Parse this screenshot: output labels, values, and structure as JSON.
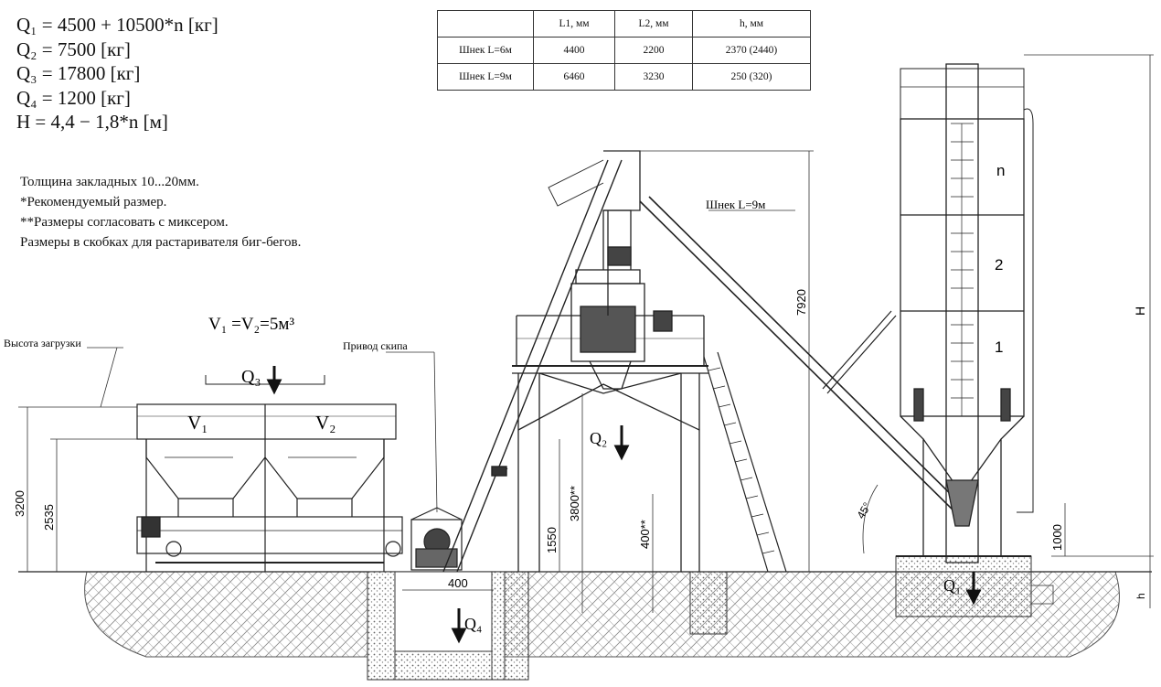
{
  "formulas": {
    "q1": "Q₁ = 4500 + 10500*n [кг]",
    "q2": "Q₂ = 7500 [кг]",
    "q3": "Q₃ = 17800 [кг]",
    "q4": "Q₄ = 1200 [кг]",
    "h": "H = 4,4 − 1,8*n [м]"
  },
  "notes": [
    "Толщина закладных 10...20мм.",
    "*Рекомендуемый размер.",
    "**Размеры согласовать с миксером.",
    "Размеры в скобках для растаривателя биг-бегов."
  ],
  "table": {
    "headers": [
      "",
      "L1, мм",
      "L2, мм",
      "h, мм"
    ],
    "rows": [
      [
        "Шнек L=6м",
        "4400",
        "2200",
        "2370 (2440)"
      ],
      [
        "Шнек L=9м",
        "6460",
        "3230",
        "250 (320)"
      ]
    ]
  },
  "labels": {
    "volume": "V₁ =V₂=5м³",
    "loading_height": "Высота загрузки",
    "skip_drive": "Привод скипа",
    "auger": "Шнек L=9м",
    "q3": "Q₃",
    "v1": "V₁",
    "v2": "V₂",
    "q2": "Q₂",
    "q4": "Q₄",
    "q1": "Q₁",
    "silo_n": "n",
    "silo_2": "2",
    "silo_1": "1",
    "h_upper": "H",
    "h_lower": "h",
    "angle": "45°"
  },
  "dimensions": {
    "d3200": "3200",
    "d2535": "2535",
    "d1550": "1550",
    "d3800": "3800**",
    "d400v": "400**",
    "d400h": "400",
    "d7920": "7920",
    "d1000": "1000"
  }
}
